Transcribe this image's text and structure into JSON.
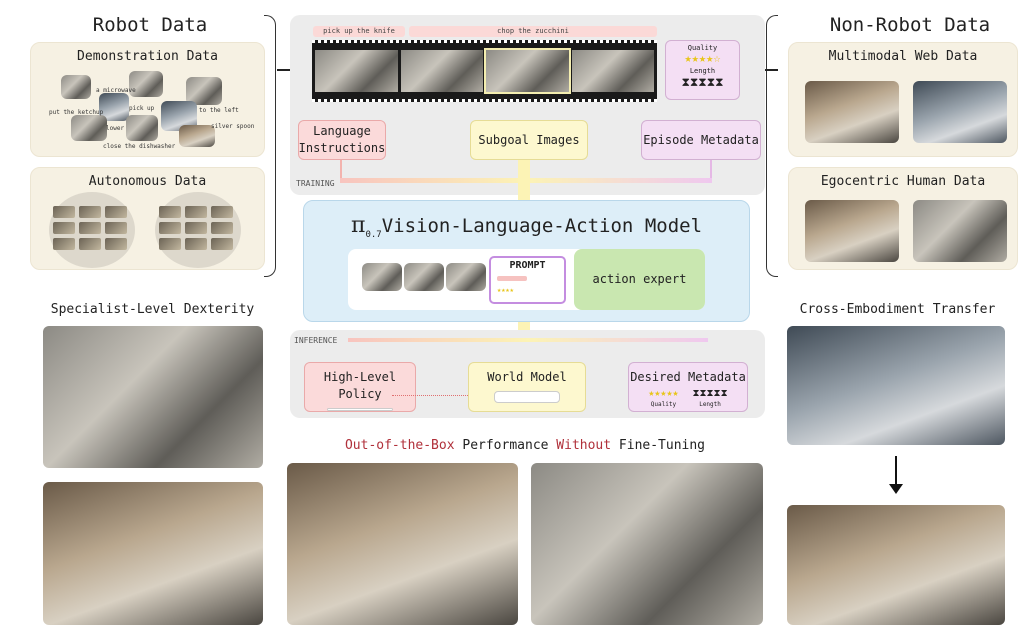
{
  "left": {
    "title": "Robot Data",
    "demonstration": {
      "title": "Demonstration Data",
      "labels": [
        "a microwave",
        "put the ketchup",
        "pick up",
        "to the left",
        "lower",
        "silver spoon",
        "close the dishwasher"
      ]
    },
    "autonomous": {
      "title": "Autonomous Data"
    }
  },
  "right": {
    "title": "Non-Robot Data",
    "web": {
      "title": "Multimodal Web Data"
    },
    "ego": {
      "title": "Egocentric Human Data"
    }
  },
  "training": {
    "label": "TRAINING",
    "subtasks": [
      "pick up the knife",
      "chop the zucchini"
    ],
    "metadata_card": {
      "quality": "Quality",
      "quality_stars": "★★★★☆",
      "length": "Length",
      "length_icons": "⧗⧗⧗⧗⧗"
    },
    "inputs": [
      "Language Instructions",
      "Subgoal Images",
      "Episode Metadata"
    ]
  },
  "model": {
    "pi": "π",
    "version": "0.7",
    "title": "Vision-Language-Action Model",
    "prompt": "PROMPT",
    "prompt_stars": "★★★★",
    "action_expert": "action expert"
  },
  "inference": {
    "label": "INFERENCE",
    "high_level": "High-Level Policy",
    "world_model": "World Model",
    "desired": "Desired Metadata",
    "quality_stars": "★★★★★",
    "quality": "Quality",
    "length_icons": "⧗⧗⧗⧗⧗",
    "length": "Length"
  },
  "sections": {
    "dexterity": "Specialist-Level Dexterity",
    "transfer": "Cross-Embodiment Transfer",
    "oob_1": "Out-of-the-Box",
    "oob_2": " Performance ",
    "oob_3": "Without",
    "oob_4": " Fine-Tuning"
  },
  "colors": {
    "accent_red": "#b0303a",
    "pink": "#fbdada",
    "yellow": "#fdf8cf",
    "purple": "#f4dff4",
    "model_blue": "#ddeef8",
    "action_green": "#c9e7b0"
  }
}
